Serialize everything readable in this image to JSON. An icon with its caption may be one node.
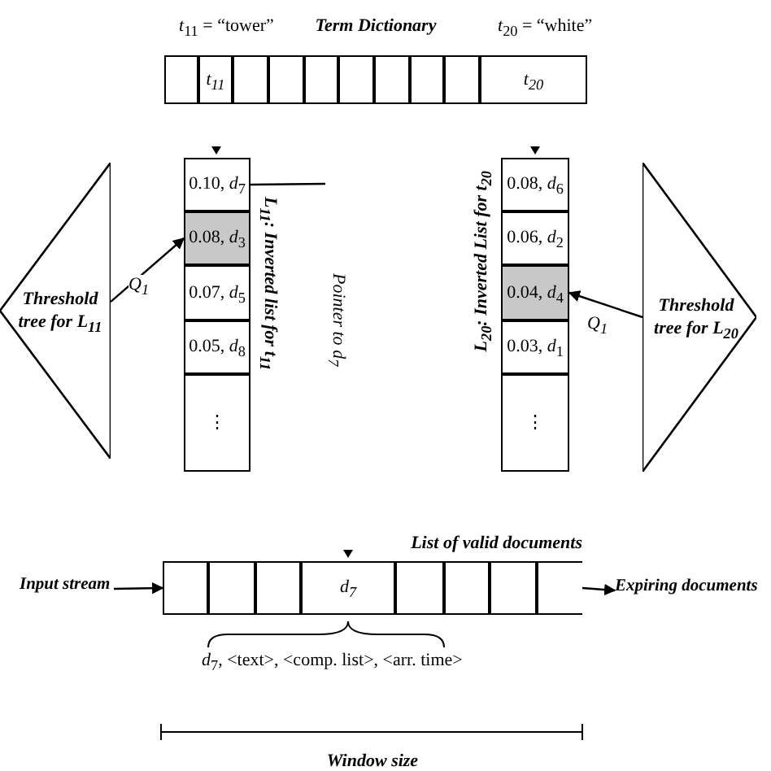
{
  "diagram": {
    "nodes": [
      {
        "text": [
          "Term Dictionary"
        ]
      },
      {
        "text": [],
        "shape": "box",
        "in": 0
      },
      {
        "text": [
          "t$_{11}$"
        ],
        "in": 0
      },
      {
        "text": [],
        "shape": "box",
        "in": 0
      },
      {
        "text": [],
        "shape": "box",
        "in": 0
      },
      {
        "text": [],
        "shape": "box",
        "in": 0
      },
      {
        "text": [],
        "shape": "box",
        "in": 0
      },
      {
        "text": [],
        "shape": "box",
        "in": 0
      },
      {
        "text": [],
        "shape": "box",
        "in": 0
      },
      {
        "text": [],
        "shape": "box",
        "in": 0
      },
      {
        "text": [
          "t$_{20}$"
        ],
        "in": 0
      },
      {
        "text": [
          "Threshold tree for L$_{11}$"
        ]
      },
      {
        "text": [
          "L$_{11}$: Inverted list for t$_{11}$"
        ]
      },
      {
        "text": [
          "0.10, *d*$_{7}$"
        ],
        "in": 12
      },
      {
        "text": [
          "0.08, *d*$_{3}$"
        ],
        "in": 12
      },
      {
        "text": [
          "0.07, *d*$_{5}$"
        ],
        "in": 12
      },
      {
        "text": [
          "0.05, *d*$_{8}$"
        ],
        "in": 12
      },
      {
        "text": [
          "⋮"
        ],
        "in": 12
      },
      {
        "text": [
          "L$_{20}$: Inverted List for t$_{20}$"
        ]
      },
      {
        "text": [
          "0.08, *d*$_{6}$"
        ],
        "in": 18
      },
      {
        "text": [
          "0.06, *d*$_{2}$"
        ],
        "in": 18
      },
      {
        "text": [
          "0.04, *d*$_{4}$"
        ],
        "in": 18
      },
      {
        "text": [
          "0.03, *d*$_{1}$"
        ],
        "in": 18
      },
      {
        "text": [
          "⋮"
        ],
        "in": 18
      },
      {
        "text": [
          "Threshold tree for L$_{20}$"
        ]
      },
      {
        "text": [
          "Input stream"
        ]
      },
      {
        "text": [
          "List of valid documents"
        ]
      },
      {
        "text": [],
        "shape": "box",
        "in": 26
      },
      {
        "text": [],
        "shape": "box",
        "in": 26
      },
      {
        "text": [],
        "shape": "box",
        "in": 26
      },
      {
        "text": [
          "*d*$_{7}$"
        ],
        "in": 26
      },
      {
        "text": [],
        "shape": "box",
        "in": 26
      },
      {
        "text": [],
        "shape": "box",
        "in": 26
      },
      {
        "text": [],
        "shape": "box",
        "in": 26
      },
      {
        "text": [],
        "shape": "box",
        "in": 26
      },
      {
        "text": [
          "Expiring documents"
        ]
      }
    ],
    "edges": [
      {
        "from": 11,
        "to": 14,
        "arrow": "to",
        "label": "Q$_{1}$"
      },
      {
        "from": 13,
        "to": null,
        "arrow": "none"
      },
      {
        "from": 24,
        "to": 21,
        "arrow": "to",
        "label": "Q$_{1}$"
      },
      {
        "from": 25,
        "to": 26,
        "arrow": "to"
      },
      {
        "from": 26,
        "to": 35,
        "arrow": "to"
      }
    ],
    "labels": [
      "*t*$_{11}$ = “tower”",
      "*t*$_{20}$ = “white”",
      "Pointer to *d*$_{7}$",
      "*d*$_{7}$, <text>, <comp. list>, <arr. time>",
      "Window size"
    ]
  }
}
